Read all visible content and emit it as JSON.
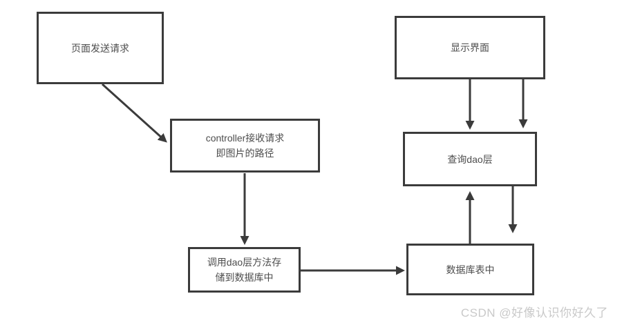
{
  "diagram": {
    "type": "flowchart",
    "nodes": [
      {
        "id": "page-request",
        "label": "页面发送请求"
      },
      {
        "id": "controller",
        "label": "controller接收请求\n即图片的路径"
      },
      {
        "id": "dao-store",
        "label": "调用dao层方法存\n储到数据库中"
      },
      {
        "id": "display",
        "label": "显示界面"
      },
      {
        "id": "query-dao",
        "label": "查询dao层"
      },
      {
        "id": "db-table",
        "label": "数据库表中"
      }
    ],
    "edges": [
      {
        "from": "page-request",
        "to": "controller",
        "direction": "diagonal-down-right"
      },
      {
        "from": "controller",
        "to": "dao-store",
        "direction": "down"
      },
      {
        "from": "dao-store",
        "to": "db-table",
        "direction": "right"
      },
      {
        "from": "display",
        "to": "query-dao",
        "direction": "down"
      },
      {
        "from": "display",
        "to": "query-dao",
        "direction": "down"
      },
      {
        "from": "db-table",
        "to": "query-dao",
        "direction": "up"
      },
      {
        "from": "query-dao",
        "to": "db-table",
        "direction": "down"
      }
    ],
    "colors": {
      "line": "#3b3b3b",
      "text": "#4d4d4d",
      "background": "#ffffff",
      "watermark": "#c9c9c9"
    }
  },
  "watermark": {
    "text": "CSDN @好像认识你好久了"
  }
}
